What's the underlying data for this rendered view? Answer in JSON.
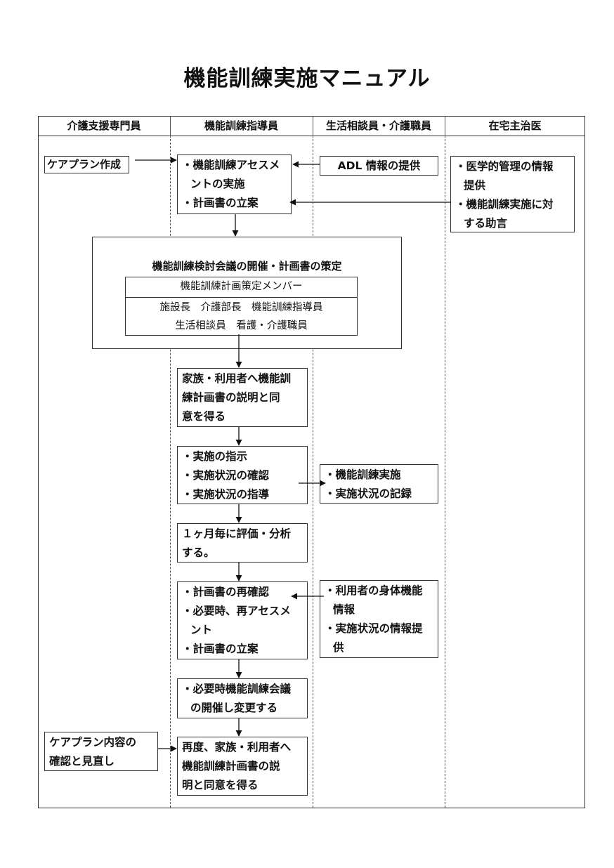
{
  "title": "機能訓練実施マニュアル",
  "lanes": [
    {
      "id": "care-manager",
      "label": "介護支援専門員"
    },
    {
      "id": "trainer",
      "label": "機能訓練指導員"
    },
    {
      "id": "counselor",
      "label": "生活相談員・介護職員"
    },
    {
      "id": "doctor",
      "label": "在宅主治医"
    }
  ],
  "meeting": {
    "title": "機能訓練検討会議の開催・計画書の策定",
    "member_header": "機能訓練計画策定メンバー",
    "member_rows": [
      "施設長　介護部長　機能訓練指導員",
      "生活相談員　看護・介護職員"
    ]
  },
  "boxes": {
    "care_plan": [
      "ケアプラン作成"
    ],
    "assessment": [
      "・機能訓練アセスメ",
      "ントの実施",
      "・計画書の立案"
    ],
    "adl": [
      "ADL 情報の提供"
    ],
    "doctor_advice": [
      "・医学的管理の情報",
      "提供",
      "・機能訓練実施に対",
      "する助言"
    ],
    "explain": [
      "家族・利用者へ機能訓",
      "練計画書の説明と同",
      "意を得る"
    ],
    "instruct": [
      "・実施の指示",
      "・実施状況の確認",
      "・実施状況の指導"
    ],
    "record": [
      "・機能訓練実施",
      "・実施状況の記録"
    ],
    "evaluate": [
      "１ヶ月毎に評価・分析",
      "する。"
    ],
    "reconfirm": [
      "・計画書の再確認",
      "・必要時、再アセスメ",
      "ント",
      "・計画書の立案"
    ],
    "body_info": [
      "・利用者の身体機能",
      "情報",
      "・実施状況の情報提",
      "供"
    ],
    "change": [
      "・必要時機能訓練会議",
      "の開催し変更する"
    ],
    "review": [
      "ケアプラン内容の",
      "確認と見直し"
    ],
    "re_explain": [
      "再度、家族・利用者へ",
      "機能訓練計画書の説",
      "明と同意を得る"
    ]
  }
}
